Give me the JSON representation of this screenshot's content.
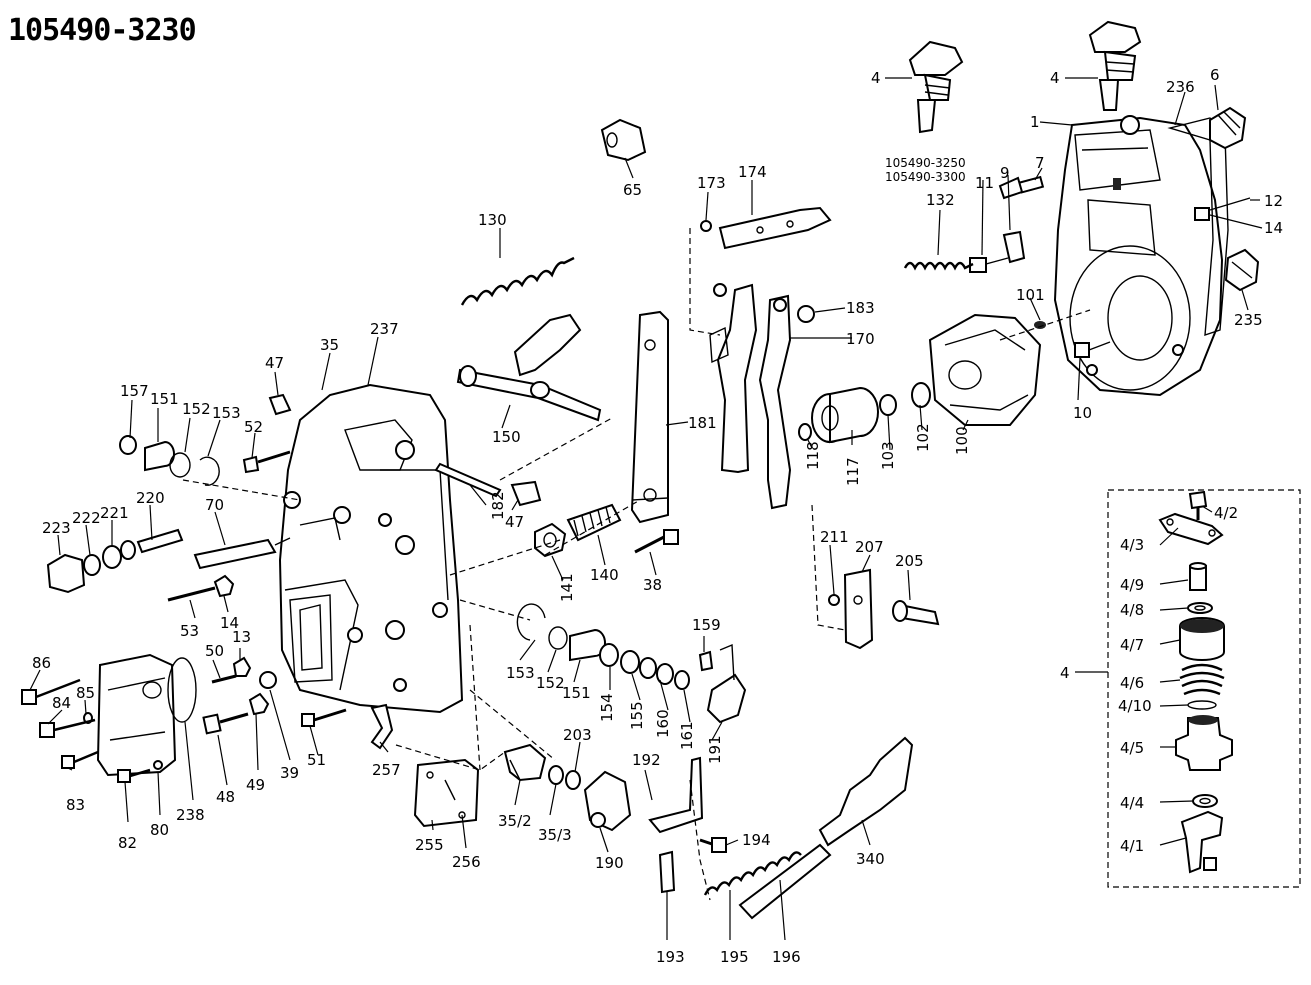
{
  "title": "105490-3230",
  "variant_note": [
    "105490-3250",
    "105490-3300"
  ],
  "labels": {
    "l4a": "4",
    "l4b": "4",
    "l236": "236",
    "l6": "6",
    "l1": "1",
    "l12": "12",
    "l14a": "14",
    "l235": "235",
    "l7": "7",
    "l9": "9",
    "l11": "11",
    "l132": "132",
    "l65": "65",
    "l173": "173",
    "l174": "174",
    "l130": "130",
    "l183": "183",
    "l170": "170",
    "l101": "101",
    "l10": "10",
    "l100": "100",
    "l102": "102",
    "l103": "103",
    "l117": "117",
    "l118": "118",
    "l181": "181",
    "l150": "150",
    "l47a": "47",
    "l35": "35",
    "l237": "237",
    "l157": "157",
    "l151a": "151",
    "l152a": "152",
    "l153a": "153",
    "l52": "52",
    "l220": "220",
    "l221": "221",
    "l222": "222",
    "l223": "223",
    "l70": "70",
    "l182": "182",
    "l47b": "47",
    "l141": "141",
    "l140": "140",
    "l38": "38",
    "l211": "211",
    "l207": "207",
    "l205": "205",
    "l53": "53",
    "l14b": "14",
    "l13": "13",
    "l50": "50",
    "l86": "86",
    "l85": "85",
    "l84": "84",
    "l83": "83",
    "l82": "82",
    "l80": "80",
    "l238": "238",
    "l48": "48",
    "l49": "49",
    "l39": "39",
    "l51": "51",
    "l257": "257",
    "l153b": "153",
    "l152b": "152",
    "l151b": "151",
    "l154": "154",
    "l155": "155",
    "l160": "160",
    "l161": "161",
    "l159": "159",
    "l191": "191",
    "l255": "255",
    "l256": "256",
    "l35_2": "35/2",
    "l35_3": "35/3",
    "l203": "203",
    "l190": "190",
    "l192": "192",
    "l194": "194",
    "l193": "193",
    "l195": "195",
    "l196": "196",
    "l340": "340",
    "l4c": "4"
  },
  "inset_labels": {
    "i4_2": "4/2",
    "i4_3": "4/3",
    "i4_9": "4/9",
    "i4_8": "4/8",
    "i4_7": "4/7",
    "i4_6": "4/6",
    "i4_10": "4/10",
    "i4_5": "4/5",
    "i4_4": "4/4",
    "i4_1": "4/1"
  }
}
